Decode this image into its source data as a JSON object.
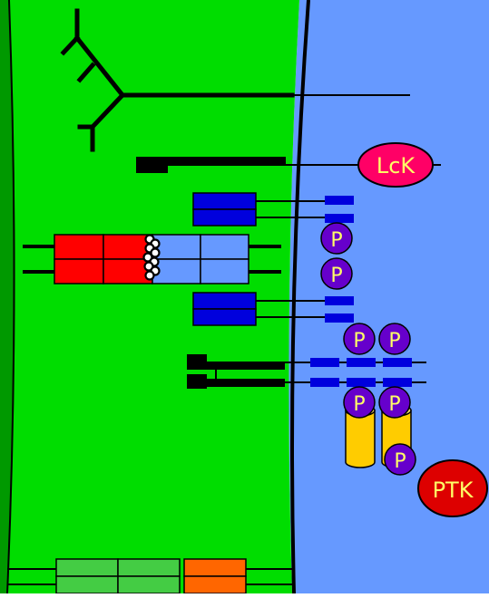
{
  "labels": {
    "lck": "LcK",
    "ptk": "PTK",
    "phospho": "P"
  },
  "colors": {
    "membrane_green": "#00dd00",
    "membrane_dark_green": "#009900",
    "cytoplasm_blue": "#6699ff",
    "lck_pink": "#ff0066",
    "ptk_red": "#dd0000",
    "phospho_purple": "#6600cc",
    "phospho_text": "#ffff66",
    "chain_blue": "#0000dd",
    "chain_light_blue": "#6699ff",
    "chain_red": "#ff0000",
    "chain_orange": "#ff6600",
    "chain_light_green": "#44cc44",
    "cylinder_yellow": "#ffcc00",
    "black": "#000000"
  }
}
